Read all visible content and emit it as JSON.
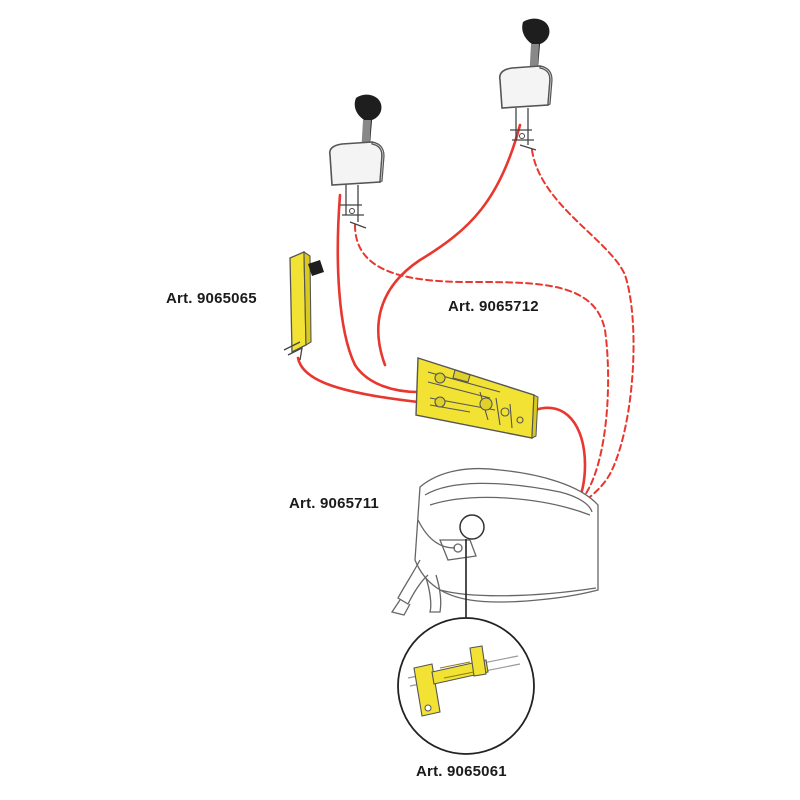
{
  "labels": {
    "cable_box": "Art. 9065065",
    "dual_station": "Art. 9065712",
    "engine_connector": "Art. 9065711",
    "detail_kit": "Art. 9065061"
  },
  "colors": {
    "cable": "#e8372e",
    "part_yellow": "#f2e233",
    "outline": "#444444",
    "lever_body": "#f4f4f4",
    "handle": "#1e1e1e"
  }
}
